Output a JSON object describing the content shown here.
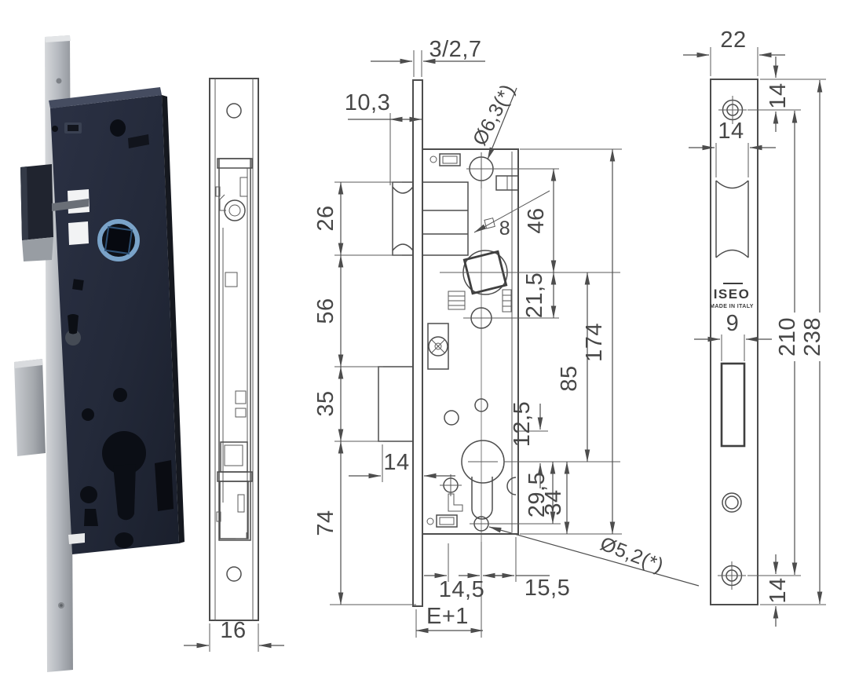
{
  "colors": {
    "line": "#4d4d4d",
    "body_dark": "#262c3e",
    "body_top": "#454c60",
    "body_side": "#15181f",
    "metal_light": "#c3c6cb",
    "metal_mid": "#9fa3a8",
    "accent_blue": "#7aa3c9",
    "hole_dark": "#0b0e15",
    "background": "#ffffff"
  },
  "front_view": {
    "dims": {
      "plate_thickness": "3/2,7",
      "backset_to_plate": "10,3",
      "roller_height": "26",
      "roller_to_bolt": "56",
      "bolt_height": "35",
      "below_bolt": "74",
      "bolt_throw": "14",
      "top_hole_dia": "Ø6,3(*)",
      "hole_to_spindle": "46",
      "spindle_square": "8",
      "spindle_to_hole": "21,5",
      "spindle_to_cylinder": "85",
      "case_height": "174",
      "cyl_offset": "12,5",
      "cyl_to_hole": "29,5",
      "cyl_to_edge": "34",
      "backset_left": "14,5",
      "backset_right": "15,5",
      "entry_axis": "E+1",
      "bottom_hole_dia": "Ø5,2(*)"
    }
  },
  "side_view": {
    "dims": {
      "thickness": "16"
    }
  },
  "faceplate_view": {
    "brand": "ISEO",
    "made_in": "MADE IN ITALY",
    "dims": {
      "width": "22",
      "top_to_screw": "14",
      "roller_cutout_width": "14",
      "bolt_slot_width": "9",
      "screw_spacing": "210",
      "total_height": "238",
      "bottom_to_screw": "14"
    }
  }
}
